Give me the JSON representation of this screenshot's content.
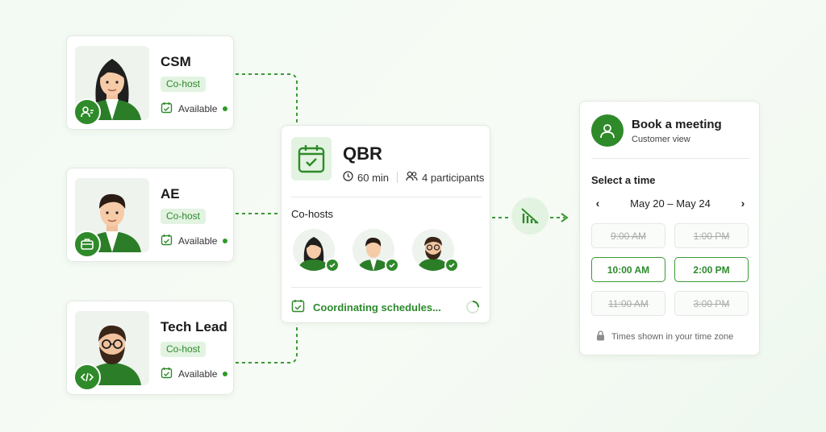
{
  "people": [
    {
      "name": "CSM",
      "badge": "Co-host",
      "status": "Available",
      "role_icon": "user-badge-icon"
    },
    {
      "name": "AE",
      "badge": "Co-host",
      "status": "Available",
      "role_icon": "briefcase-icon"
    },
    {
      "name": "Tech Lead",
      "badge": "Co-host",
      "status": "Available",
      "role_icon": "code-icon"
    }
  ],
  "meeting": {
    "title": "QBR",
    "duration": "60 min",
    "participants": "4 participants",
    "cohosts_label": "Co-hosts",
    "status": "Coordinating schedules..."
  },
  "booking": {
    "title": "Book a meeting",
    "subtitle": "Customer view",
    "select_label": "Select a time",
    "date_range": "May 20 – May 24",
    "prev": "‹",
    "next": "›",
    "slots": [
      {
        "time": "9:00 AM",
        "available": false
      },
      {
        "time": "1:00 PM",
        "available": false
      },
      {
        "time": "10:00 AM",
        "available": true
      },
      {
        "time": "2:00 PM",
        "available": true
      },
      {
        "time": "11:00 AM",
        "available": false
      },
      {
        "time": "3:00 PM",
        "available": false
      }
    ],
    "timezone_note": "Times shown in your time zone"
  },
  "colors": {
    "accent": "#2f8a2a",
    "accent_light": "#e3f3e1",
    "available_dot": "#2f9a2a"
  }
}
